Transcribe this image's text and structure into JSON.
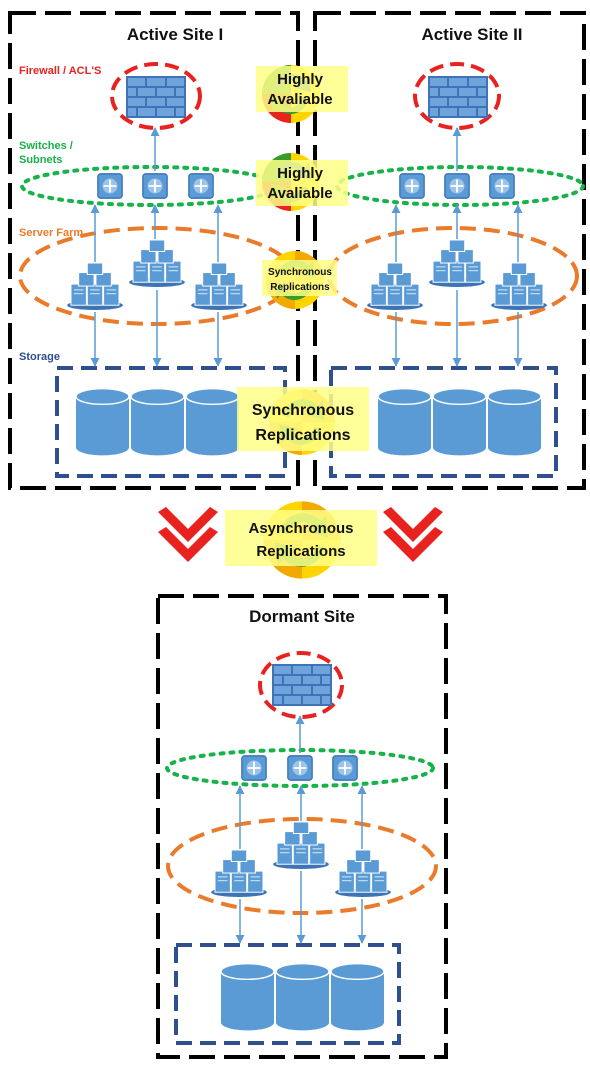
{
  "sites": {
    "active1": {
      "title": "Active Site I"
    },
    "active2": {
      "title": "Active Site II"
    },
    "dormant": {
      "title": "Dormant Site"
    }
  },
  "legend": {
    "firewall": {
      "label": "Firewall / ACL'S",
      "color": "#e8221f"
    },
    "switches": {
      "line1": "Switches /",
      "line2": "Subnets",
      "color": "#18b24a"
    },
    "serverfarm": {
      "label": "Server Farm",
      "color": "#e97b2a"
    },
    "storage": {
      "label": "Storage",
      "color": "#2f4f8f"
    }
  },
  "banners": {
    "ha1": {
      "line1": "Highly",
      "line2": "Avaliable"
    },
    "ha2": {
      "line1": "Highly",
      "line2": "Avaliable"
    },
    "sync_servers": {
      "line1": "Synchronous",
      "line2": "Replications"
    },
    "sync_storage": {
      "line1": "Synchronous",
      "line2": "Replications"
    },
    "async": {
      "line1": "Asynchronous",
      "line2": "Replications"
    }
  },
  "colors": {
    "site_border": "#000000",
    "firewall_ring": "#e8221f",
    "switch_ring": "#18b24a",
    "server_ring": "#e97b2a",
    "storage_box": "#2f4f8f",
    "device_blue": "#5b9bd5",
    "banner_fill": "#ffff88",
    "chevron_red": "#e8221f",
    "cycle_green": "#3a9a2a",
    "cycle_yellow": "#ffd400",
    "cycle_red": "#e8221f"
  },
  "icons": [
    "firewall-icon",
    "router-icon",
    "server-rack-icon",
    "storage-disk-icon",
    "replication-cycle-icon",
    "chevron-down-icon"
  ]
}
